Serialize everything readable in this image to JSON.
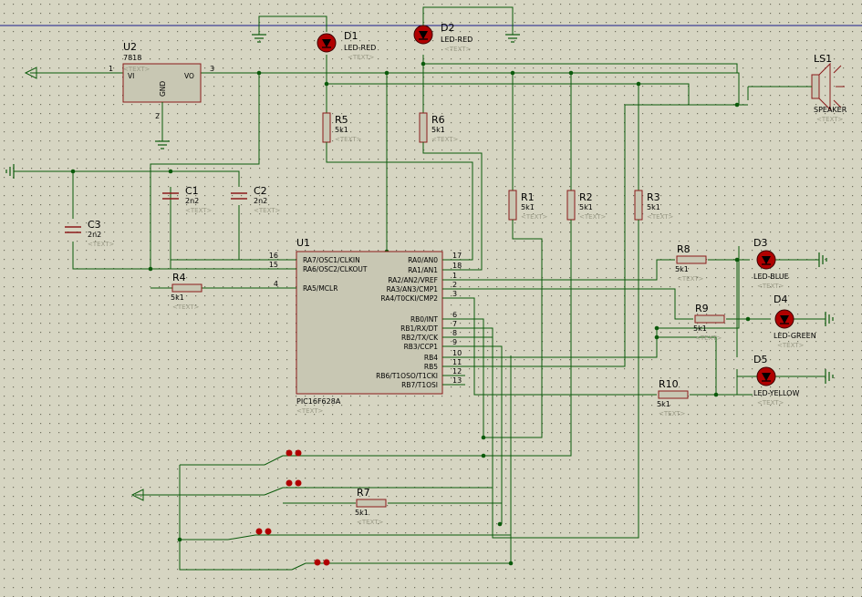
{
  "colors": {
    "background": "#d6d5c2",
    "wire": "#0b5a0b",
    "component": "#8b1a1a",
    "ic_fill": "#c8c7b3",
    "led": "#b00000",
    "border": "#1a1a8c"
  },
  "placeholder": "<TEXT>",
  "regulator": {
    "ref": "U2",
    "value": "7818",
    "pin_vi": "VI",
    "pin_vo": "VO",
    "pin_gnd": "GND",
    "pin1": "1",
    "pin2": "2",
    "pin3": "3"
  },
  "mcu": {
    "ref": "U1",
    "part": "PIC16F628A",
    "left_pins": [
      {
        "num": "16",
        "name": "RA7/OSC1/CLKIN"
      },
      {
        "num": "15",
        "name": "RA6/OSC2/CLKOUT"
      },
      {
        "num": "4",
        "name": "RA5/MCLR"
      }
    ],
    "right_pins": [
      {
        "num": "17",
        "name": "RA0/AN0"
      },
      {
        "num": "18",
        "name": "RA1/AN1"
      },
      {
        "num": "1",
        "name": "RA2/AN2/VREF"
      },
      {
        "num": "2",
        "name": "RA3/AN3/CMP1"
      },
      {
        "num": "3",
        "name": "RA4/T0CKI/CMP2"
      },
      {
        "num": "6",
        "name": "RB0/INT"
      },
      {
        "num": "7",
        "name": "RB1/RX/DT"
      },
      {
        "num": "8",
        "name": "RB2/TX/CK"
      },
      {
        "num": "9",
        "name": "RB3/CCP1"
      },
      {
        "num": "10",
        "name": "RB4"
      },
      {
        "num": "11",
        "name": "RB5"
      },
      {
        "num": "12",
        "name": "RB6/T1OSO/T1CKI"
      },
      {
        "num": "13",
        "name": "RB7/T1OSI"
      }
    ]
  },
  "resistors": [
    {
      "ref": "R1",
      "value": "5k1"
    },
    {
      "ref": "R2",
      "value": "5k1"
    },
    {
      "ref": "R3",
      "value": "5k1"
    },
    {
      "ref": "R4",
      "value": "5k1"
    },
    {
      "ref": "R5",
      "value": "5k1"
    },
    {
      "ref": "R6",
      "value": "5k1"
    },
    {
      "ref": "R7",
      "value": "5k1"
    },
    {
      "ref": "R8",
      "value": "5k1"
    },
    {
      "ref": "R9",
      "value": "5k1"
    },
    {
      "ref": "R10",
      "value": "5k1"
    }
  ],
  "capacitors": [
    {
      "ref": "C1",
      "value": "2n2"
    },
    {
      "ref": "C2",
      "value": "2n2"
    },
    {
      "ref": "C3",
      "value": "2n2"
    }
  ],
  "leds": [
    {
      "ref": "D1",
      "value": "LED-RED"
    },
    {
      "ref": "D2",
      "value": "LED-RED"
    },
    {
      "ref": "D3",
      "value": "LED-BLUE"
    },
    {
      "ref": "D4",
      "value": "LED-GREEN"
    },
    {
      "ref": "D5",
      "value": "LED-YELLOW"
    }
  ],
  "speaker": {
    "ref": "LS1",
    "value": "SPEAKER"
  }
}
